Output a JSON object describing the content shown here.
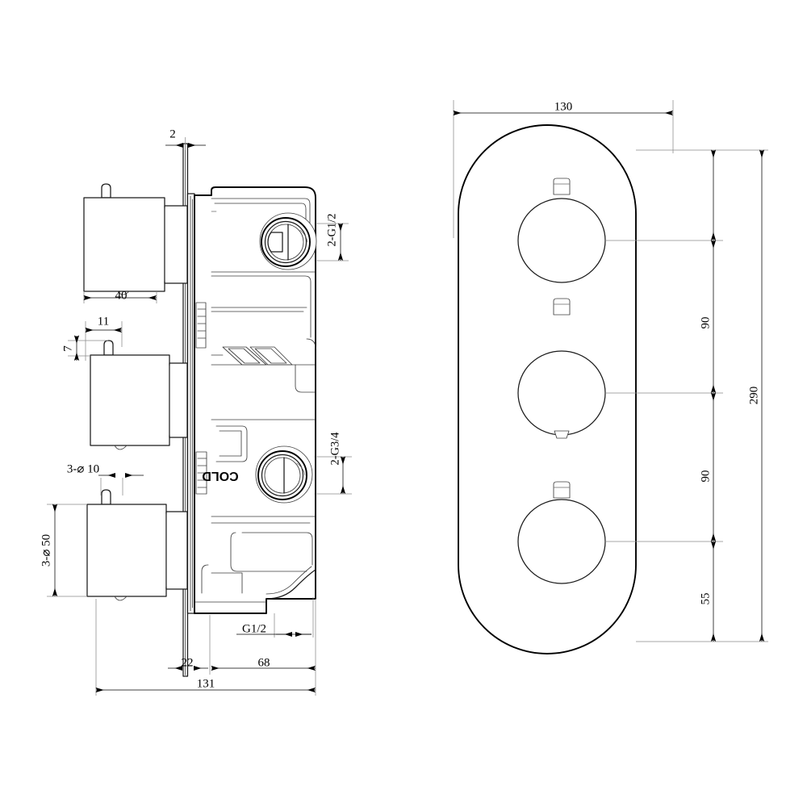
{
  "drawing": {
    "title": "Concealed Thermostatic Shower Valve - Technical Drawing",
    "background_color": "#ffffff",
    "line_color": "#000000",
    "dimension_color": "#000000",
    "extension_line_color": "#8a8a8a"
  },
  "side_view": {
    "name": "side-section-view",
    "body_marking": "COLD",
    "dimensions": {
      "plate_thickness": "2",
      "handle_depth": "40",
      "handle_stem_width": "11",
      "handle_stem_height": "7",
      "hole_callout": "3-⌀ 10",
      "knob_diameter_callout": "3-⌀ 50",
      "inlet_top_callout": "2-G1/2",
      "inlet_mid_callout": "2-G3/4",
      "outlet_callout": "G1/2",
      "plate_to_body": "22",
      "body_depth": "68",
      "overall_depth": "131"
    }
  },
  "front_view": {
    "name": "front-elevation-view",
    "dimensions": {
      "width": "130",
      "top_to_first_knob": "90",
      "first_to_second_knob": "90",
      "second_knob_to_bottom": "55",
      "overall_height": "290"
    }
  },
  "labels": {
    "d2": "2",
    "d40": "40",
    "d11": "11",
    "d7": "7",
    "d3dia10": "3-⌀ 10",
    "d3dia50": "3-⌀ 50",
    "g12_top": "2-G1/2",
    "g34_mid": "2-G3/4",
    "g12_outlet": "G1/2",
    "d22": "22",
    "d68": "68",
    "d131": "131",
    "d130": "130",
    "d90a": "90",
    "d90b": "90",
    "d55": "55",
    "d290": "290",
    "cold": "COLD"
  }
}
